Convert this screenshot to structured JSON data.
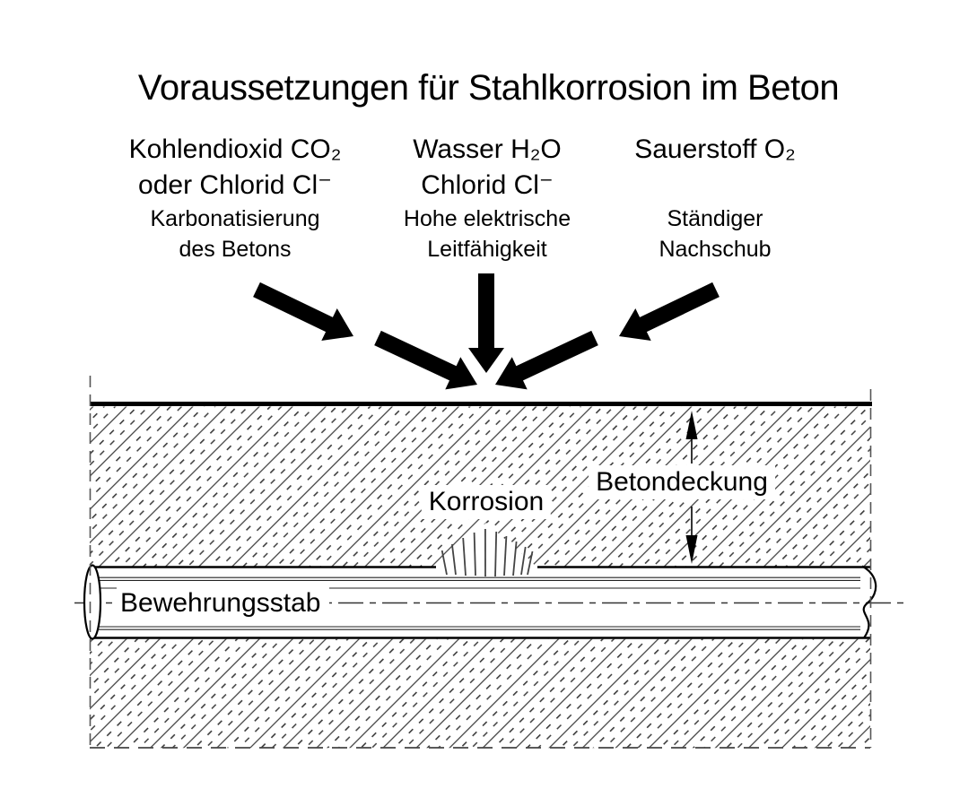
{
  "title": "Voraussetzungen für Stahlkorrosion im Beton",
  "factors": [
    {
      "line1": "Kohlendioxid CO₂",
      "line2": "oder Chlorid Cl⁻",
      "sub1": "Karbonatisierung",
      "sub2": "des Betons"
    },
    {
      "line1": "Wasser H₂O",
      "line2": "Chlorid Cl⁻",
      "sub1": "Hohe elektrische",
      "sub2": "Leitfähigkeit"
    },
    {
      "line1": "Sauerstoff O₂",
      "line2": "",
      "sub1": "Ständiger",
      "sub2": "Nachschub"
    }
  ],
  "diagram_labels": {
    "corrosion": "Korrosion",
    "cover": "Betondeckung",
    "rebar": "Bewehrungsstab"
  },
  "colors": {
    "ink": "#000000",
    "hatch_line": "#3c3c3c",
    "background": "#ffffff"
  }
}
